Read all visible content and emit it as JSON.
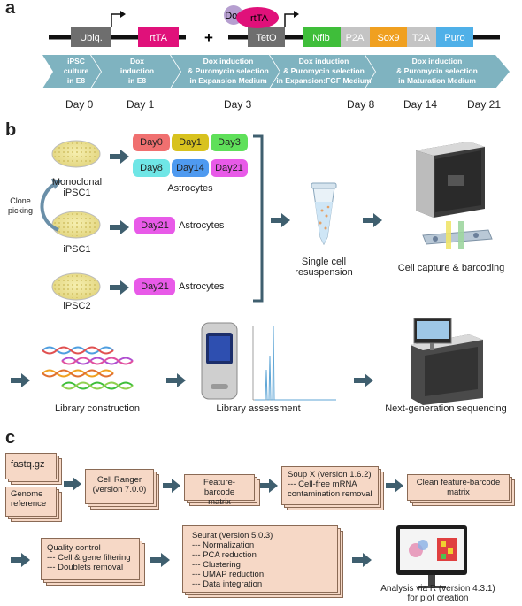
{
  "panels": {
    "a": "a",
    "b": "b",
    "c": "c"
  },
  "construct": {
    "ubiq": "Ubiq.",
    "rttA1": "rtTA",
    "plus": "+",
    "dox": "Dox",
    "rttA2": "rtTA",
    "teto": "TetO",
    "nfib": "Nfib",
    "p2a": "P2A",
    "sox9": "Sox9",
    "t2a": "T2A",
    "puro": "Puro"
  },
  "timeline_steps": [
    [
      "iPSC",
      "culture",
      "in E8"
    ],
    [
      "Dox",
      "induction",
      "in E8"
    ],
    [
      "Dox induction",
      "& Puromycin selection",
      "in Expansion Medium"
    ],
    [
      "Dox induction",
      "& Puromycin selection",
      "in Expansion:FGF Medium"
    ],
    [
      "Dox induction",
      "& Puromycin selection",
      "in Maturation Medium"
    ]
  ],
  "days": [
    "Day 0",
    "Day 1",
    "Day 3",
    "Day 8",
    "Day 14",
    "Day 21"
  ],
  "panel_b": {
    "mono_label": [
      "Monoclonal",
      "iPSC1"
    ],
    "clone_picking": [
      "Clone",
      "picking"
    ],
    "ipsc1": "iPSC1",
    "ipsc2": "iPSC2",
    "day_boxes": [
      "Day0",
      "Day1",
      "Day3",
      "Day8",
      "Day14",
      "Day21"
    ],
    "day_colors": [
      "#f07070",
      "#d8c21e",
      "#5fe05a",
      "#6fe6e6",
      "#4f9af0",
      "#e85ae8"
    ],
    "astrocytes": "Astrocytes",
    "day21": "Day21",
    "single_cell": [
      "Single cell",
      "resuspension"
    ],
    "capture": "Cell capture & barcoding",
    "library_construction": "Library construction",
    "library_assessment": "Library assessment",
    "ngs": "Next-generation sequencing"
  },
  "panel_c": {
    "fastq": "fastq.gz",
    "genome": [
      "Genome",
      "reference"
    ],
    "cellranger": [
      "Cell Ranger",
      "(version 7.0.0)"
    ],
    "feature_matrix": [
      "Feature-barcode",
      "matrix"
    ],
    "soupx": [
      "Soup X (version 1.6.2)",
      "--- Cell-free mRNA",
      "contamination removal"
    ],
    "clean_matrix": [
      "Clean feature-barcode",
      "matrix"
    ],
    "qc": [
      "Quality control",
      "--- Cell & gene filtering",
      "--- Doublets removal"
    ],
    "seurat": [
      "Seurat (version 5.0.3)",
      "--- Normalization",
      "--- PCA reduction",
      "--- Clustering",
      "--- UMAP reduction",
      "--- Data integration"
    ],
    "analysis": [
      "Analysis via R (version 4.3.1)",
      "for plot creation"
    ]
  },
  "colors": {
    "arrow": "#3f5f6f",
    "chevron": "#7fb3c0",
    "box": "#f6d8c6",
    "rtta": "#e0117a",
    "nfib": "#3fbe3a",
    "sox9": "#f0a020",
    "puro": "#4fb0e8"
  }
}
